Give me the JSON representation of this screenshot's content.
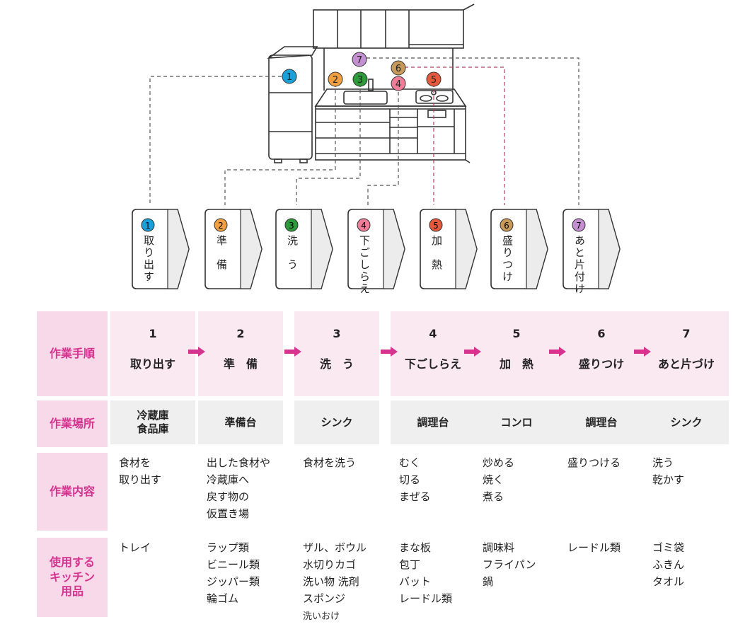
{
  "colors": {
    "accent_pink": "#d6338f",
    "header_bg": "#f7d9ea",
    "step_bg": "#fbe9f2",
    "place_bg": "#efefef",
    "line": "#555555",
    "step_colors": [
      "#1aa0d8",
      "#f0a040",
      "#2e9a3a",
      "#ee7d98",
      "#e55a3c",
      "#c79a5a",
      "#c48fd0"
    ]
  },
  "kitchen_badges": [
    "1",
    "2",
    "3",
    "4",
    "5",
    "6",
    "7"
  ],
  "cards": [
    {
      "num": "1",
      "label": "取り出す"
    },
    {
      "num": "2",
      "label": "準　備"
    },
    {
      "num": "3",
      "label": "洗　う"
    },
    {
      "num": "4",
      "label": "下ごしらえ"
    },
    {
      "num": "5",
      "label": "加　熱"
    },
    {
      "num": "6",
      "label": "盛りつけ"
    },
    {
      "num": "7",
      "label": "あと片付け"
    }
  ],
  "table": {
    "row_headers": {
      "steps": "作業手順",
      "place": "作業場所",
      "content": "作業内容",
      "tools": "使用する\nキッチン\n用品"
    },
    "columns": [
      {
        "num": "1",
        "step": "取り出す",
        "place": "冷蔵庫\n食品庫",
        "content": [
          "食材を",
          "取り出す"
        ],
        "tools": [
          "トレイ"
        ]
      },
      {
        "num": "2",
        "step": "準　備",
        "place": "準備台",
        "content": [
          "出した食材や",
          "冷蔵庫へ",
          "戻す物の",
          "仮置き場"
        ],
        "tools": [
          "ラップ類",
          "ビニール類",
          "ジッパー類",
          "輪ゴム"
        ]
      },
      {
        "num": "3",
        "step": "洗　う",
        "place": "シンク",
        "content": [
          "食材を洗う"
        ],
        "tools": [
          "ザル、ボウル",
          "水切りカゴ",
          "洗い物 洗剤",
          "スポンジ"
        ]
      },
      {
        "num": "4",
        "step": "下ごしらえ",
        "place": "調理台",
        "content": [
          "むく",
          "切る",
          "まぜる"
        ],
        "tools": [
          "まな板",
          "包丁",
          "バット",
          "レードル類"
        ]
      },
      {
        "num": "5",
        "step": "加　熱",
        "place": "コンロ",
        "content": [
          "炒める",
          "焼く",
          "煮る"
        ],
        "tools": [
          "調味料",
          "フライパン",
          "鍋"
        ]
      },
      {
        "num": "6",
        "step": "盛りつけ",
        "place": "調理台",
        "content": [
          "盛りつける"
        ],
        "tools": [
          "レードル類"
        ]
      },
      {
        "num": "7",
        "step": "あと片づけ",
        "place": "シンク",
        "content": [
          "洗う",
          "乾かす"
        ],
        "tools": [
          "ゴミ袋",
          "ふきん",
          "タオル"
        ]
      }
    ],
    "handwritten_note": "洗いおけ"
  }
}
